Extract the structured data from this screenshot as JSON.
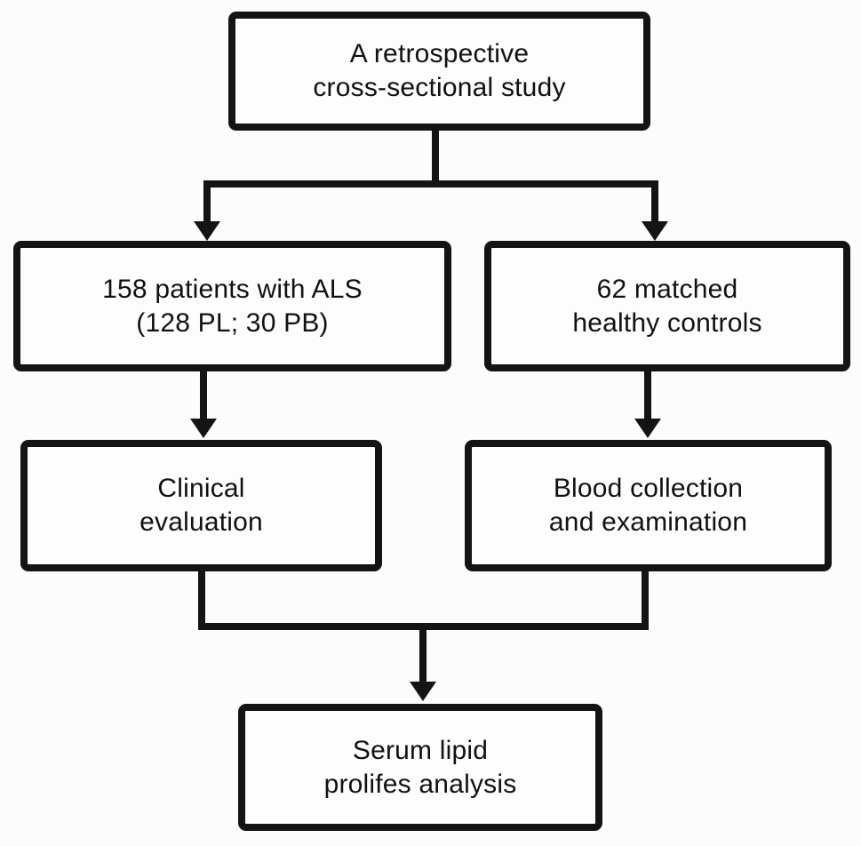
{
  "figure": {
    "type": "flowchart",
    "colors": {
      "background": "#fcfcfc",
      "line": "#141414",
      "text": "#111111"
    }
  },
  "nodes": [
    {
      "id": "study",
      "lines": [
        "A retrospective",
        "cross-sectional study"
      ]
    },
    {
      "id": "patients",
      "lines": [
        "158 patients with ALS",
        "(128 PL; 30 PB)"
      ]
    },
    {
      "id": "controls",
      "lines": [
        "62 matched",
        "healthy controls"
      ]
    },
    {
      "id": "clinical",
      "lines": [
        "Clinical",
        "evaluation"
      ]
    },
    {
      "id": "blood",
      "lines": [
        "Blood collection",
        "and examination"
      ]
    },
    {
      "id": "serum",
      "lines": [
        "Serum lipid",
        "prolifes analysis"
      ]
    }
  ],
  "edges": [
    {
      "from": "study",
      "to": "patients"
    },
    {
      "from": "study",
      "to": "controls"
    },
    {
      "from": "patients",
      "to": "clinical"
    },
    {
      "from": "controls",
      "to": "blood"
    },
    {
      "from": "clinical",
      "to": "serum"
    },
    {
      "from": "blood",
      "to": "serum"
    }
  ]
}
